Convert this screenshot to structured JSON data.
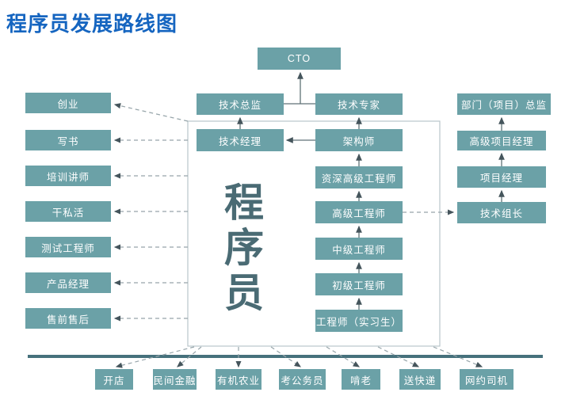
{
  "title": "程序员发展路线图",
  "center_label": "程序员",
  "nodes": {
    "cto": "CTO",
    "tech_director": "技术总监",
    "tech_expert": "技术专家",
    "tech_manager": "技术经理",
    "architect": "架构师",
    "principal_engineer": "资深高级工程师",
    "senior_engineer": "高级工程师",
    "mid_engineer": "中级工程师",
    "junior_engineer": "初级工程师",
    "intern_engineer": "工程师（实习生）",
    "dept_project_director": "部门（项目）总监",
    "senior_project_manager": "高级项目经理",
    "project_manager": "项目经理",
    "tech_lead": "技术组长"
  },
  "left_exits": [
    "创业",
    "写书",
    "培训讲师",
    "干私活",
    "测试工程师",
    "产品经理",
    "售前售后"
  ],
  "bottom_exits": [
    "开店",
    "民间金融",
    "有机农业",
    "考公务员",
    "啃老",
    "送快递",
    "网约司机"
  ],
  "colors": {
    "node_fill": "#6ba1a7",
    "title_text": "#1565c0",
    "center_text": "#4a6b74",
    "solid_line": "#5f7277",
    "dashed_line": "#97a5aa",
    "base_bar": "#46717c"
  }
}
